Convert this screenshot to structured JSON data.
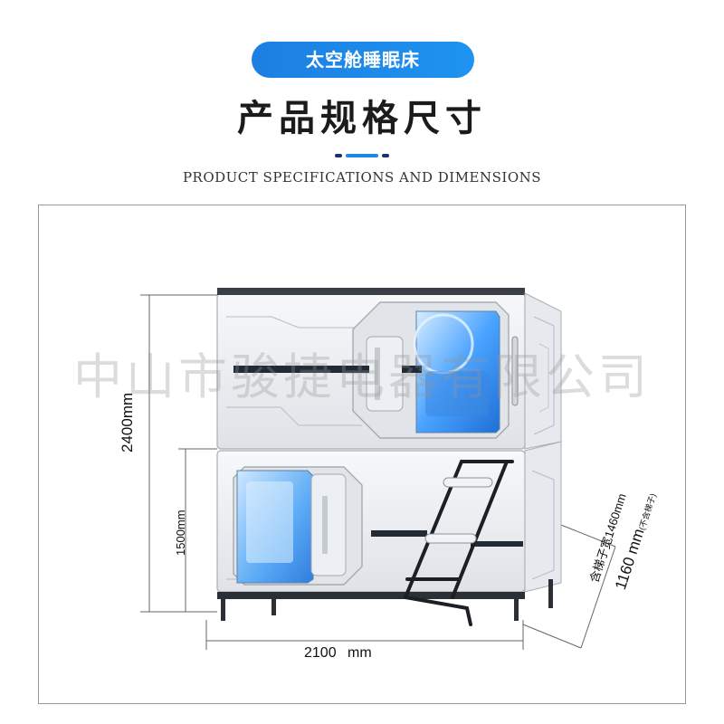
{
  "header": {
    "badge": "太空舱睡眠床",
    "title": "产品规格尺寸",
    "subtitle": "PRODUCT SPECIFICATIONS AND DIMENSIONS"
  },
  "dimensions": {
    "height_total": "2400mm",
    "height_lower": "1500mm",
    "width": "2100",
    "width_unit": "mm",
    "depth_with_ladder": "含梯子宽1460mm",
    "depth": "1160 mm",
    "depth_note": "(不含梯子)"
  },
  "watermark": "中山市骏捷电器有限公司",
  "colors": {
    "accent_blue": "#1e88e5",
    "accent_navy": "#1c2f74",
    "shell_white": "#eef0f3",
    "interior_blue": "#4aa3ff",
    "frame_dark": "#222222"
  }
}
